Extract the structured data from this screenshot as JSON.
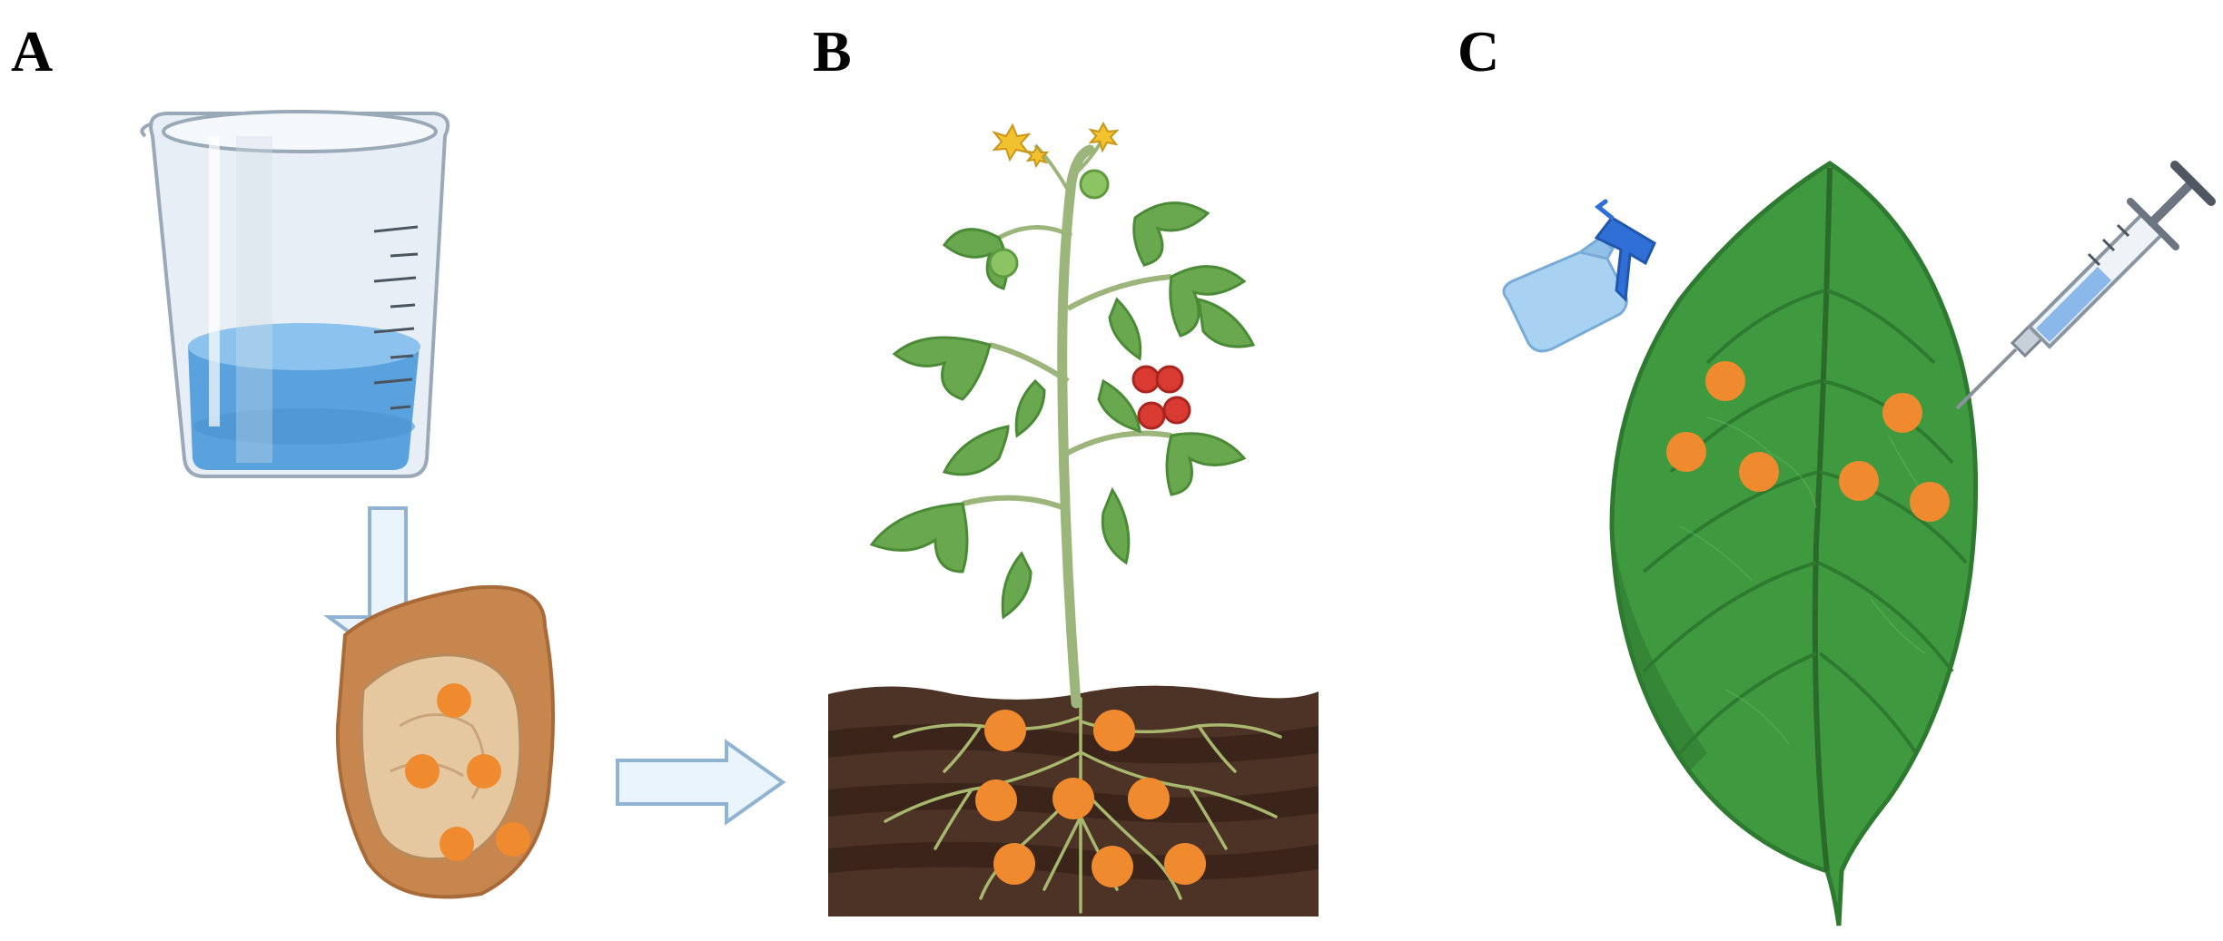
{
  "panels": {
    "a": {
      "label": "A",
      "title": ""
    },
    "b": {
      "label": "B",
      "title": ""
    },
    "c": {
      "label": "C",
      "title": ""
    }
  },
  "colors": {
    "water": "#5aa2dd",
    "water_top": "#8cc3ee",
    "beaker_glass": "#e7eef5",
    "arrow_fill": "#eaf4fc",
    "arrow_stroke": "#8fb3d1",
    "seed_coat": "#c8864f",
    "seed_inner": "#e5c8a0",
    "spot": "#f08a2e",
    "soil": "#4d3226",
    "soil_dark": "#3b251b",
    "root": "#a8b86e",
    "stem": "#9bb57a",
    "foliage": "#6aa84f",
    "foliage_dark": "#4b8a36",
    "tomato_red": "#d93a32",
    "tomato_green": "#8cc463",
    "flower": "#f2c12e",
    "leaf": "#3f9a3f",
    "leaf_dark": "#2f7a31",
    "sprayer": "#a9d2f2",
    "sprayer_head": "#2f6fd6",
    "syringe_liquid": "#8ab8ea"
  },
  "icons": [
    "beaker-icon",
    "seed-icon",
    "tomato-plant-icon",
    "soil-icon",
    "leaf-icon",
    "spray-bottle-icon",
    "syringe-icon"
  ]
}
